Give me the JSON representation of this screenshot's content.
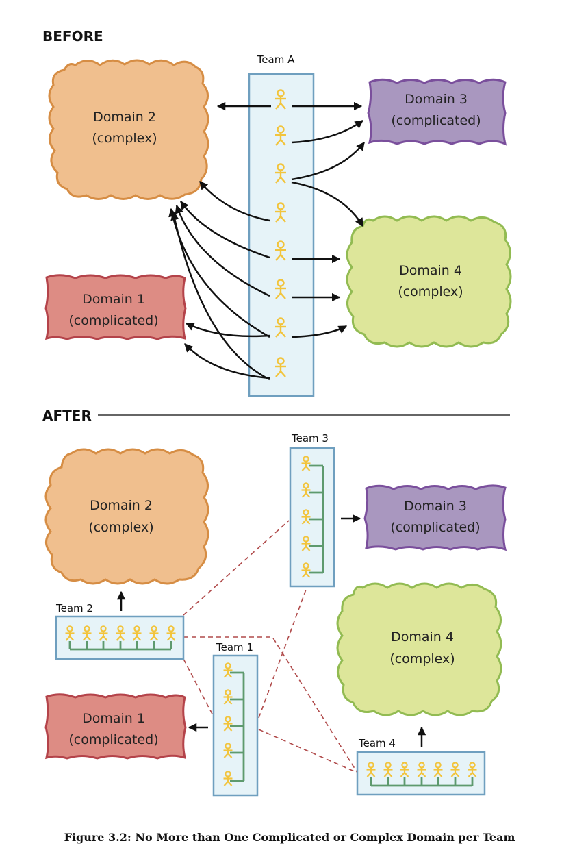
{
  "sections": {
    "before": "BEFORE",
    "after": "AFTER"
  },
  "teams": {
    "team_a": "Team A",
    "team_1": "Team 1",
    "team_2": "Team 2",
    "team_3": "Team 3",
    "team_4": "Team 4"
  },
  "domains": {
    "domain1": {
      "name": "Domain 1",
      "type": "(complicated)"
    },
    "domain2": {
      "name": "Domain 2",
      "type": "(complex)"
    },
    "domain3": {
      "name": "Domain 3",
      "type": "(complicated)"
    },
    "domain4": {
      "name": "Domain 4",
      "type": "(complex)"
    }
  },
  "caption": "Figure 3.2: No More than One Complicated or Complex Domain per Team",
  "colors": {
    "domain1_fill": "#dd8c84",
    "domain1_stroke": "#b4434a",
    "domain2_fill": "#f0bf8e",
    "domain2_stroke": "#d68d44",
    "domain3_fill": "#a997bf",
    "domain3_stroke": "#7a4f9c",
    "domain4_fill": "#dde69a",
    "domain4_stroke": "#92bb52",
    "team_fill": "#e6f3f8",
    "team_stroke": "#6f9fbf",
    "person": "#f2c43c",
    "link": "#5e9a6e"
  }
}
